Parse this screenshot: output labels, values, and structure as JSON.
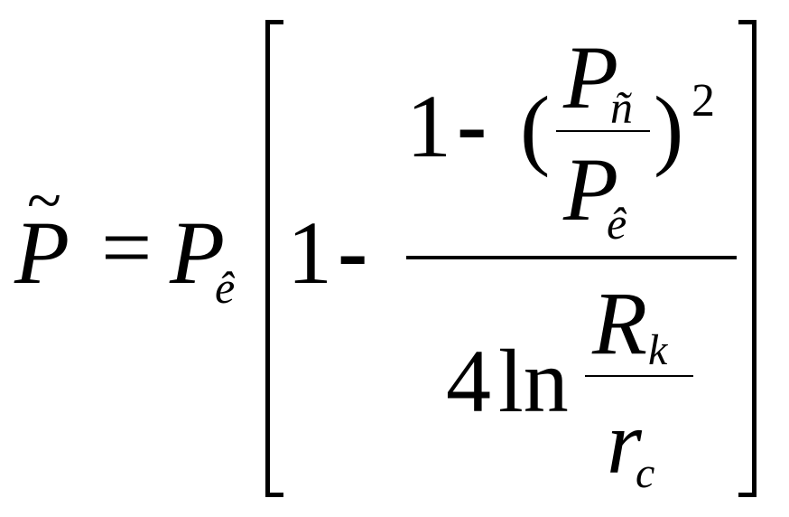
{
  "formula": {
    "lhs": {
      "tilde": "~",
      "symbol": "P"
    },
    "equals": "=",
    "coef": {
      "symbol": "P",
      "subscript": "ê"
    },
    "outer": {
      "one": "1",
      "minus": "-",
      "numerator": {
        "one": "1",
        "minus": "-",
        "open_paren": "(",
        "close_paren": ")",
        "exponent": "2",
        "top": {
          "symbol": "P",
          "subscript": "ñ"
        },
        "bottom": {
          "symbol": "P",
          "subscript": "ê"
        }
      },
      "denominator": {
        "four": "4",
        "ln": "ln",
        "top": {
          "symbol": "R",
          "subscript": "k"
        },
        "bottom": {
          "symbol": "r",
          "subscript": "c"
        }
      }
    }
  }
}
